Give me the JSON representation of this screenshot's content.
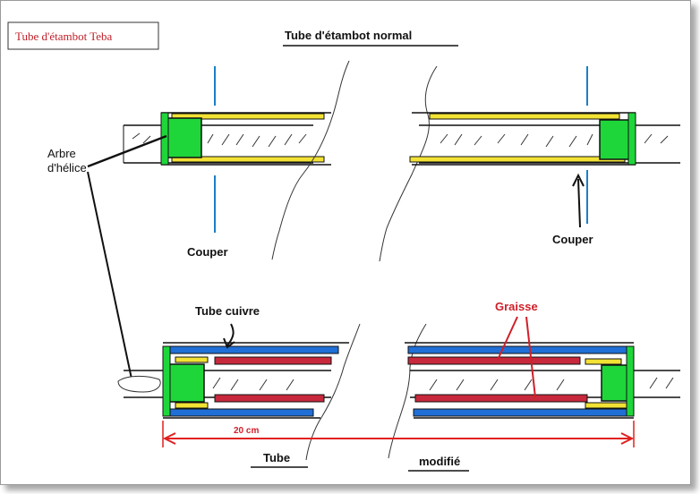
{
  "labels": {
    "corner_title": "Tube d'étambot Teba",
    "heading_top": "Tube  d'étambot  normal",
    "shaft_line1": "Arbre",
    "shaft_line2": "d'hélice",
    "cut_left": "Couper",
    "cut_right": "Couper",
    "copper_tube": "Tube  cuivre",
    "grease": "Graisse",
    "dimension": "20 cm",
    "bottom_left": "Tube",
    "bottom_right": "modifié"
  },
  "colors": {
    "yellow": "#f2e234",
    "green": "#1fd63a",
    "blue": "#1f6fd6",
    "grease_red": "#c8283c",
    "dimension_red": "#e02020",
    "cut_line_blue": "#1a7fc8"
  }
}
